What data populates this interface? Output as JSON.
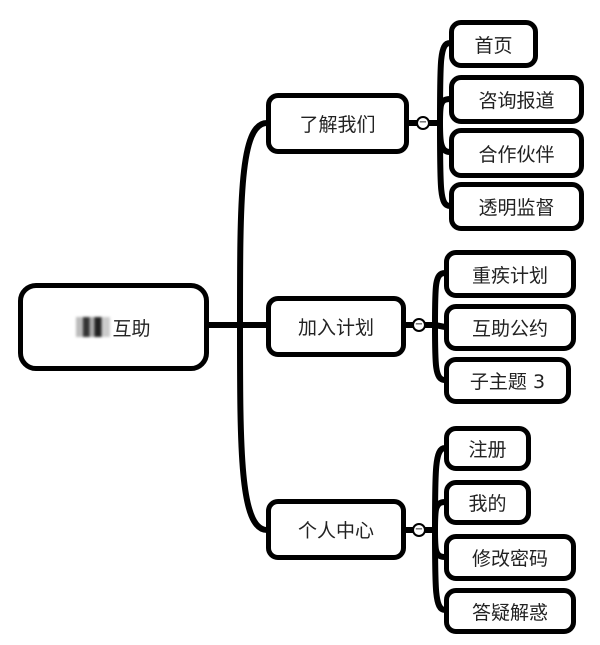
{
  "root": {
    "label": "互助",
    "redacted_prefix": true
  },
  "branches": [
    {
      "label": "了解我们",
      "toggle": "−",
      "children": [
        "首页",
        "咨询报道",
        "合作伙伴",
        "透明监督"
      ]
    },
    {
      "label": "加入计划",
      "toggle": "−",
      "children": [
        "重疾计划",
        "互助公约",
        "子主题 3"
      ]
    },
    {
      "label": "个人中心",
      "toggle": "−",
      "children": [
        "注册",
        "我的",
        "修改密码",
        "答疑解惑"
      ]
    }
  ]
}
